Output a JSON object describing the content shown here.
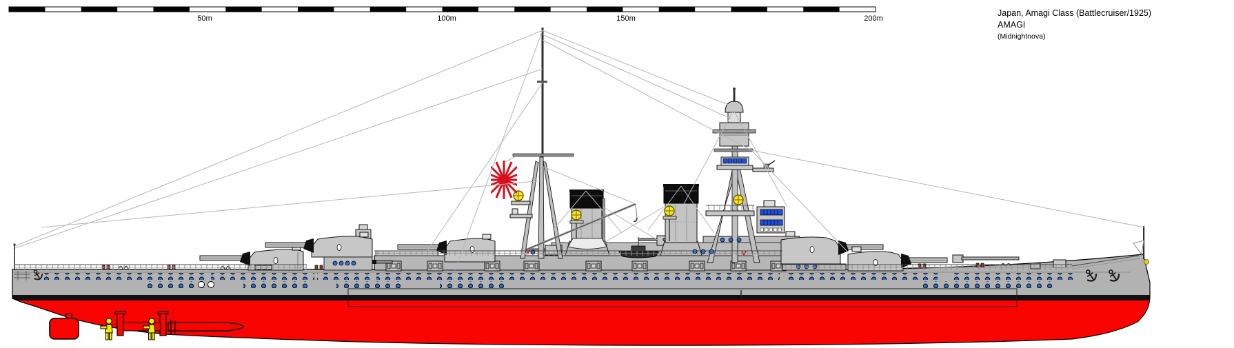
{
  "header": {
    "scale_bar": {
      "tick_labels": [
        "50m",
        "100m",
        "150m",
        "200m"
      ],
      "unit": "m",
      "tick_values": [
        50,
        100,
        150,
        200
      ]
    },
    "title_block": {
      "line1": "Japan, Amagi Class (Battlecruiser/1925)",
      "line2": "AMAGI",
      "line3": "(Midnightnova)"
    }
  },
  "ship": {
    "country": "Japan",
    "class": "Amagi Class",
    "type": "Battlecruiser",
    "year": "1925",
    "name": "AMAGI",
    "credit": "Midnightnova",
    "orientation": "bow-right",
    "components": [
      "hull",
      "red-antifouling-lower-hull",
      "black-boot-topping",
      "torpedo-bulge-outline",
      "rudder",
      "five-twin-main-turrets",
      "two-funnels",
      "pagoda-foremast",
      "tripod-mainmast",
      "naval-ensign-flag",
      "searchlights",
      "casemate-guns",
      "ship-boats",
      "bow-anchors",
      "stern-anchor",
      "bow-chrysanthemum-crest",
      "scale-figures-and-torpedo",
      "portholes",
      "deck-railings",
      "rigging-wires"
    ]
  },
  "colors": {
    "hull_gray": "#b2b2b2",
    "structure_gray": "#c7c7c7",
    "structure_light": "#dedede",
    "red_hull": "#f90400",
    "boot_black": "#111111",
    "porthole_blue": "#2e6fd0",
    "window_blue": "#1d4fe0",
    "searchlight_yellow": "#ffe81a",
    "figure_yellow": "#f2ee00",
    "flag_red": "#d6101c",
    "rigging_gray": "#b5b5b5",
    "fitting_brown": "#8a3d2c",
    "crest_gold": "#e7c61f",
    "accent_red": "#cc2020",
    "funnel_cap": "#0d0d0d"
  }
}
